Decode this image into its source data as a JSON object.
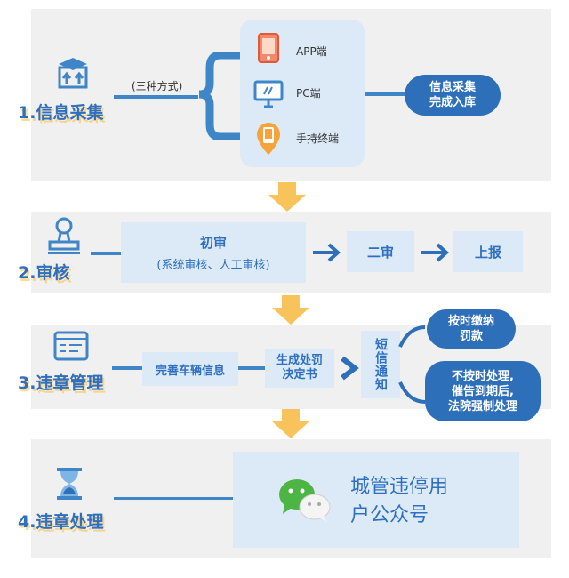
{
  "stages": [
    {
      "title": "1.信息采集",
      "icon": "box-with-arrows-icon"
    },
    {
      "title": "2.审核",
      "icon": "stamp-icon"
    },
    {
      "title": "3.违章管理",
      "icon": "document-list-icon"
    },
    {
      "title": "4.违章处理",
      "icon": "hourglass-icon"
    }
  ],
  "collect": {
    "methods_label": "(三种方式)",
    "methods": [
      {
        "label": "APP端",
        "icon": "phone-icon"
      },
      {
        "label": "PC端",
        "icon": "monitor-icon"
      },
      {
        "label": "手持终端",
        "icon": "handheld-terminal-icon"
      }
    ],
    "result_line1": "信息采集",
    "result_line2": "完成入库"
  },
  "review": {
    "first_title": "初审",
    "first_sub": "(系统审核、人工审核)",
    "second": "二审",
    "report": "上报"
  },
  "manage": {
    "step1": "完善车辆信息",
    "step2_line1": "生成处罚",
    "step2_line2": "决定书",
    "sms": "短信通知",
    "outcome1_line1": "按时缴纳",
    "outcome1_line2": "罚款",
    "outcome2_line1": "不按时处理,",
    "outcome2_line2": "催告到期后,",
    "outcome2_line3": "法院强制处理"
  },
  "handle": {
    "channel_line1": "城管违停用",
    "channel_line2": "户公众号",
    "icon": "wechat-icon"
  },
  "colors": {
    "primary": "#2d6fb8",
    "light": "#dce9f7",
    "arrow": "#f7c35a",
    "band": "#f0f0f0"
  }
}
